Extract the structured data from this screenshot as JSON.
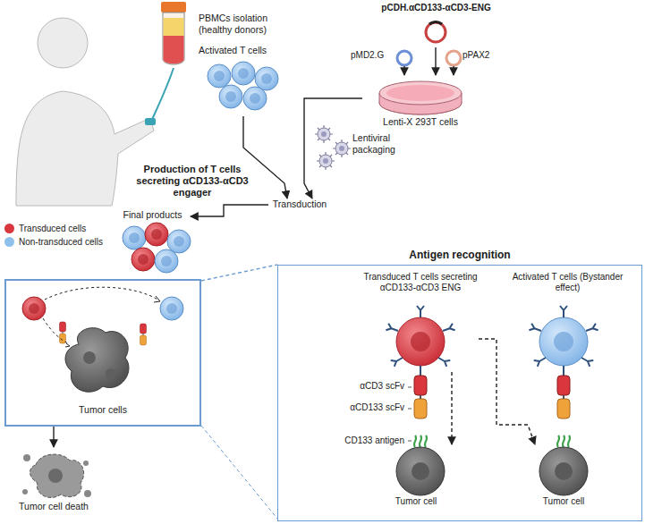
{
  "diagram": {
    "nodes": [
      {
        "text": [
          "Production of T cells secreting αCD133-αCD3 engager"
        ]
      },
      {
        "text": [
          "PBMCs isolation (healthy donors)"
        ]
      },
      {
        "text": [
          "Activated T cells"
        ]
      },
      {
        "text": [
          "Lenti-X 293T cells"
        ]
      },
      {
        "text": [
          "pCDH.αCD133-αCD3-ENG"
        ]
      },
      {
        "text": [
          "pMD2.G"
        ]
      },
      {
        "text": [
          "pPAX2"
        ]
      },
      {
        "text": [
          "Lentiviral packaging"
        ]
      },
      {
        "text": [
          "Transduction"
        ]
      },
      {
        "text": [
          "Final products"
        ]
      },
      {
        "text": [
          "Tumor cells"
        ]
      },
      {
        "text": [
          "Tumor cell death"
        ]
      },
      {
        "text": [
          "Antigen recognition"
        ]
      },
      {
        "text": [
          "Transduced T cells secreting αCD133-αCD3 ENG"
        ],
        "in": 12
      },
      {
        "text": [
          "Activated T cells (Bystander effect)"
        ],
        "in": 12
      },
      {
        "text": [
          "Tumor cell"
        ],
        "in": 12
      },
      {
        "text": [
          "Tumor cell"
        ],
        "in": 12
      }
    ],
    "edges": [
      {
        "from": 4,
        "to": 3,
        "arrow": "to"
      },
      {
        "from": 5,
        "to": 3,
        "arrow": "to"
      },
      {
        "from": 6,
        "to": 3,
        "arrow": "to"
      },
      {
        "from": 2,
        "to": 8,
        "arrow": "to"
      },
      {
        "from": 3,
        "to": 8,
        "arrow": "to"
      },
      {
        "from": 8,
        "to": 9,
        "arrow": "to"
      },
      {
        "from": 10,
        "to": 11,
        "arrow": "to"
      },
      {
        "from": 10,
        "to": 12,
        "arrow": "none"
      },
      {
        "from": 13,
        "to": 15,
        "arrow": "to"
      },
      {
        "from": 13,
        "to": 16,
        "arrow": "to"
      }
    ],
    "labels": [
      "αCD3 scFv",
      "αCD133 scFv",
      "CD133 antigen"
    ],
    "legend": [
      {
        "text": "Transduced cells",
        "color": "#d9363e"
      },
      {
        "text": "Non-transduced cells",
        "color": "#8fc0ec"
      }
    ]
  }
}
